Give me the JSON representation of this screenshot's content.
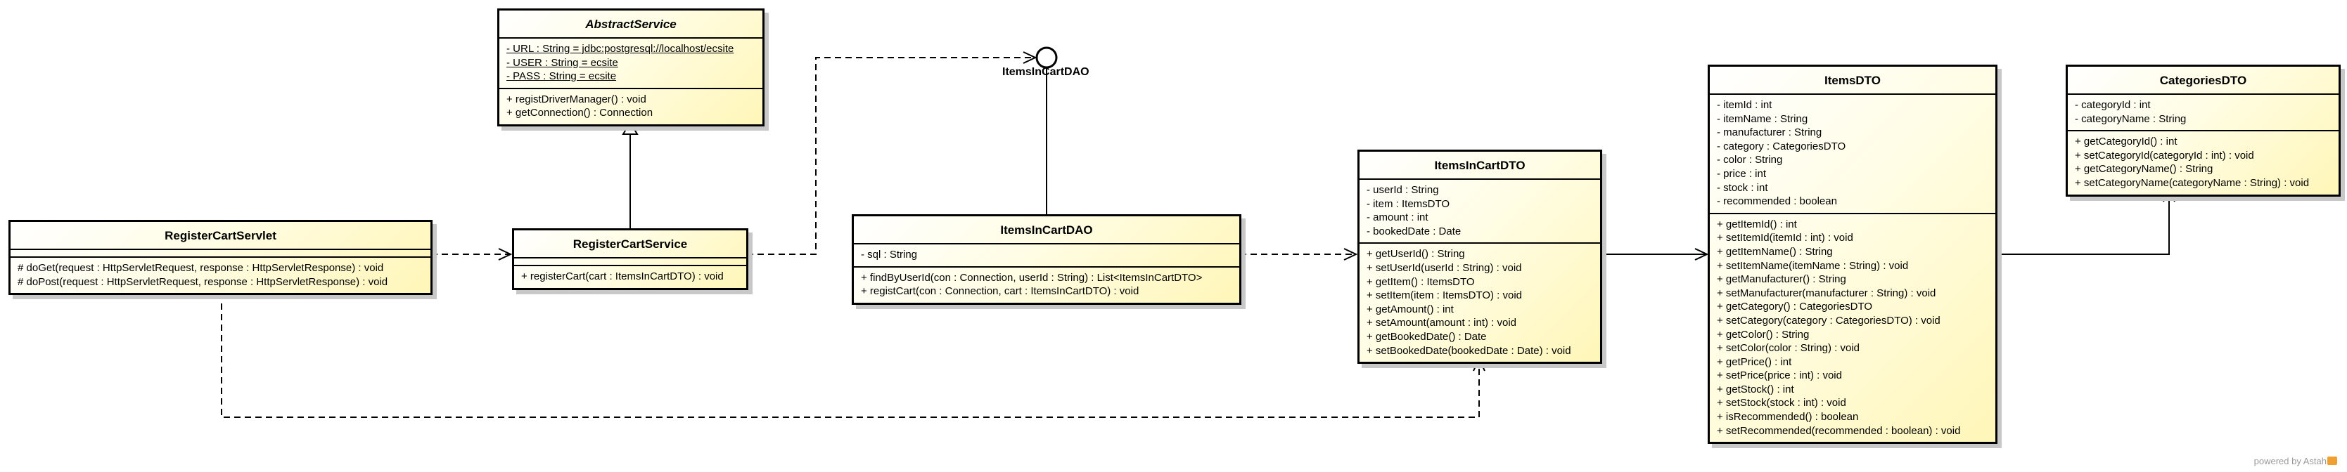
{
  "classes": {
    "abstract_service": {
      "name": "AbstractService",
      "attributes": [
        "- URL : String = jdbc:postgresql://localhost/ecsite",
        "- USER : String = ecsite",
        "- PASS : String = ecsite"
      ],
      "operations": [
        "+ registDriverManager() : void",
        "+ getConnection() : Connection"
      ]
    },
    "register_cart_servlet": {
      "name": "RegisterCartServlet",
      "operations": [
        "# doGet(request : HttpServletRequest, response : HttpServletResponse) : void",
        "# doPost(request : HttpServletRequest, response : HttpServletResponse) : void"
      ]
    },
    "register_cart_service": {
      "name": "RegisterCartService",
      "operations": [
        "+ registerCart(cart : ItemsInCartDTO) : void"
      ]
    },
    "items_in_cart_dao": {
      "name": "ItemsInCartDAO",
      "attributes": [
        "- sql : String"
      ],
      "operations": [
        "+ findByUserId(con : Connection, userId : String) : List<ItemsInCartDTO>",
        "+ registCart(con : Connection, cart : ItemsInCartDTO) : void"
      ]
    },
    "items_in_cart_dto": {
      "name": "ItemsInCartDTO",
      "attributes": [
        "- userId : String",
        "- item : ItemsDTO",
        "- amount : int",
        "- bookedDate : Date"
      ],
      "operations": [
        "+ getUserId() : String",
        "+ setUserId(userId : String) : void",
        "+ getItem() : ItemsDTO",
        "+ setItem(item : ItemsDTO) : void",
        "+ getAmount() : int",
        "+ setAmount(amount : int) : void",
        "+ getBookedDate() : Date",
        "+ setBookedDate(bookedDate : Date) : void"
      ]
    },
    "items_dto": {
      "name": "ItemsDTO",
      "attributes": [
        "- itemId : int",
        "- itemName : String",
        "- manufacturer : String",
        "- category : CategoriesDTO",
        "- color : String",
        "- price : int",
        "- stock : int",
        "- recommended : boolean"
      ],
      "operations": [
        "+ getItemId() : int",
        "+ setItemId(itemId : int) : void",
        "+ getItemName() : String",
        "+ setItemName(itemName : String) : void",
        "+ getManufacturer() : String",
        "+ setManufacturer(manufacturer : String) : void",
        "+ getCategory() : CategoriesDTO",
        "+ setCategory(category : CategoriesDTO) : void",
        "+ getColor() : String",
        "+ setColor(color : String) : void",
        "+ getPrice() : int",
        "+ setPrice(price : int) : void",
        "+ getStock() : int",
        "+ setStock(stock : int) : void",
        "+ isRecommended() : boolean",
        "+ setRecommended(recommended : boolean) : void"
      ]
    },
    "categories_dto": {
      "name": "CategoriesDTO",
      "attributes": [
        "- categoryId : int",
        "- categoryName : String"
      ],
      "operations": [
        "+ getCategoryId() : int",
        "+ setCategoryId(categoryId : int) : void",
        "+ getCategoryName() : String",
        "+ setCategoryName(categoryName : String) : void"
      ]
    }
  },
  "interface_label": "ItemsInCartDAO",
  "watermark": "powered by Astah"
}
